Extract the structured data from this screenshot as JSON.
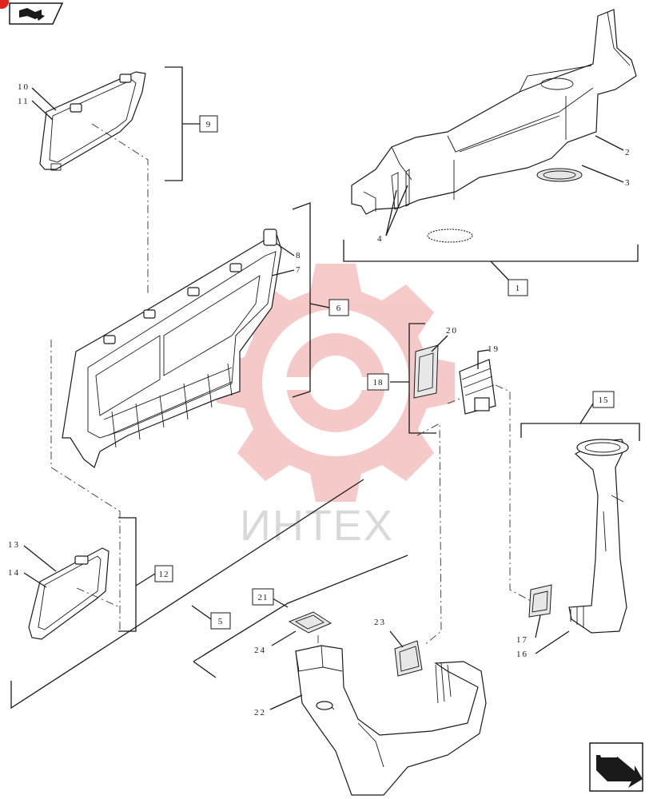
{
  "watermark": {
    "text": "ИНТЕХ",
    "color": "#f4b6b6"
  },
  "nav": {
    "top_icon": "book-arrow-icon",
    "bottom_icon": "next-page-arrow-icon",
    "badge_color": "#e0241e"
  },
  "labels": {
    "n1": "1",
    "n2": "2",
    "n3": "3",
    "n4": "4",
    "n5": "5",
    "n6": "6",
    "n7": "7",
    "n8": "8",
    "n9": "9",
    "n10": "10",
    "n11": "11",
    "n12": "12",
    "n13": "13",
    "n14": "14",
    "n15": "15",
    "n16": "16",
    "n17": "17",
    "n18": "18",
    "n19": "19",
    "n20": "20",
    "n21": "21",
    "n22": "22",
    "n23": "23",
    "n24": "24"
  }
}
